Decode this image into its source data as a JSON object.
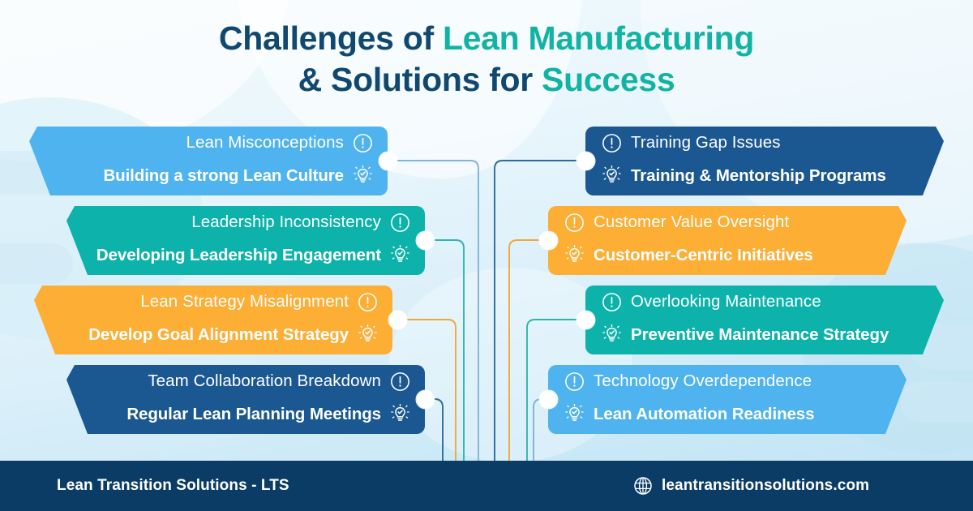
{
  "title": {
    "line1_plain": "Challenges of ",
    "line1_highlight": "Lean Manufacturing",
    "line2_plain": "& Solutions for ",
    "line2_highlight": "Success"
  },
  "colors": {
    "light_blue": "#4FB3EF",
    "teal": "#0DB2AA",
    "orange": "#FCAE35",
    "dark_blue": "#1B5891",
    "footer": "#0B3C65",
    "title_dark": "#10486F",
    "title_accent": "#11B3A4",
    "node": "#FFFFFF"
  },
  "icons": {
    "challenge": "exclamation-circle-icon",
    "solution": "lightbulb-check-icon",
    "website": "globe-icon"
  },
  "left_cards": [
    {
      "challenge": "Lean Misconceptions",
      "solution": "Building a strong Lean Culture",
      "color": "#4FB3EF"
    },
    {
      "challenge": "Leadership Inconsistency",
      "solution": "Developing Leadership Engagement",
      "color": "#0DB2AA"
    },
    {
      "challenge": "Lean Strategy Misalignment",
      "solution": "Develop Goal Alignment Strategy",
      "color": "#FCAE35"
    },
    {
      "challenge": "Team Collaboration Breakdown",
      "solution": "Regular Lean Planning Meetings",
      "color": "#1B5891"
    }
  ],
  "right_cards": [
    {
      "challenge": "Training Gap Issues",
      "solution": "Training & Mentorship Programs",
      "color": "#1B5891"
    },
    {
      "challenge": "Customer Value Oversight",
      "solution": "Customer-Centric Initiatives",
      "color": "#FCAE35"
    },
    {
      "challenge": "Overlooking Maintenance",
      "solution": "Preventive Maintenance Strategy",
      "color": "#0DB2AA"
    },
    {
      "challenge": "Technology Overdependence",
      "solution": "Lean Automation Readiness",
      "color": "#4FB3EF"
    }
  ],
  "footer": {
    "brand": "Lean Transition Solutions - LTS",
    "website": "leantransitionsolutions.com"
  }
}
